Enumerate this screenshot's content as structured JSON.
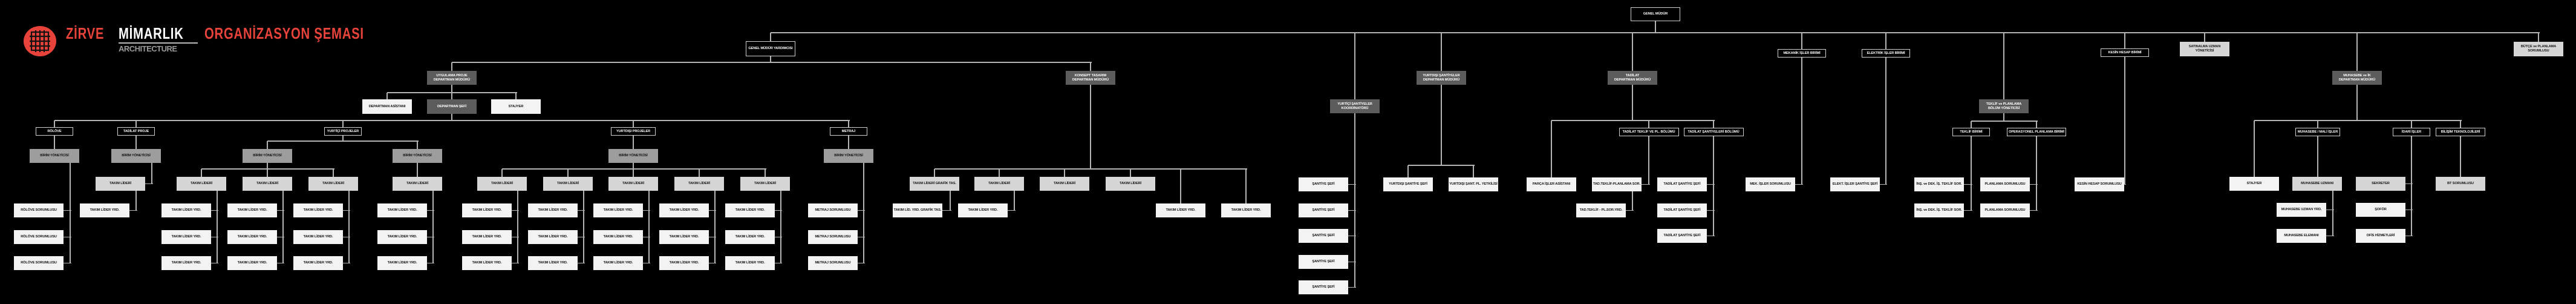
{
  "header": {
    "brand_red": "ZİRVE",
    "brand_white": "MİMARLIK",
    "brand_sub": "ARCHITECTURE",
    "title": "ORGANİZASYON ŞEMASI",
    "logo_color": "#e8433a"
  },
  "labels": {
    "genel_mudur": "GENEL MÜDÜR",
    "genel_mudur_yrd": "GENEL MÜDÜR YARDIMCISI",
    "uygulama_dm": "UYGULAMA PROJE\nDEPARTMAN MÜDÜRÜ",
    "departman_asistani": "DEPARTMAN ASİSTANI",
    "departman_sefi": "DEPARTMAN ŞEFİ",
    "stajyer": "STAJYER",
    "rolove": "RÖLÖVE",
    "tadilat_proje": "TADİLAT PROJE",
    "yurtici_projeler": "YURTİÇİ PROJELER",
    "yurtdisi_projeler": "YURTDIŞI PROJELER",
    "metraj": "METRAJ",
    "birim_yoneticisi": "BİRİM YÖNETİCİSİ",
    "rolove_sorumlusu": "RÖLÖVE SORUMLUSU",
    "takim_lideri": "TAKIM LİDERİ",
    "takim_lider_yrd": "TAKIM LİDER YRD.",
    "metraj_sorumlusu": "METRAJ SORUMLUSU",
    "konsept_dm": "KONSEPT TASARIM\nDEPARTMAN MÜDÜRÜ",
    "takim_lideri_grafik": "TAKIM LİDERİ GRAFİK TAS.",
    "takim_lid_yrd_grafik": "TAKIM LİD. YRD. GRAFİK TAS.",
    "yurtici_santiyeler_koord": "YURTİÇİ ŞANTİYELER\nKOORDİNATÖRÜ",
    "santiye_sefi": "ŞANTİYE ŞEFİ",
    "yurtdisi_santiyeler_dm": "YURTDIŞI ŞANTİYELER\nDEPARTMAN MÜDÜRÜ",
    "yurtdisi_santiye_sefi": "YURTDIŞI ŞANTİYE ŞEFİ",
    "yurtdisi_sant_pl_yetkilisi": "YURTDIŞI ŞANT. PL. YETKİLİSİ",
    "tadilat_dm": "TADİLAT\nDEPARTMAN MÜDÜRÜ",
    "parca_isler_asistani": "PARÇA İŞLER ASİSTANI",
    "tadilat_teklif_pl_bolumu": "TADİLAT TEKLİF VE PL. BÖLÜMÜ",
    "tadilat_santiyeleri_bolumu": "TADİLAT ŞANTİYELERİ BÖLÜMÜ",
    "tad_teklif_planlama_sor": "TAD.TEKLİF-PLANLAMA SOR.",
    "tad_teklif_pl_sor_yrd": "TAD.TEKLİF - PL.SOR.YRD.",
    "tadilat_santiye_sefi": "TADİLAT ŞANTİYE ŞEFİ",
    "mekanik_isler_birimi": "MEKANİK İŞLER BİRİMİ",
    "mek_isler_sorumlusu": "MEK. İŞLER SORUMLUSU",
    "elektrik_isler_birimi": "ELEKTRİK İŞLER BİRİMİ",
    "elekt_isler_santiye_sefi": "ELEKT. İŞLER ŞANTİYE ŞEFİ",
    "teklif_planlama_by": "TEKLİF ve PLANLAMA\nBÖLÜM YÖNETİCİSİ",
    "teklif_birimi": "TEKLİF BİRİMİ",
    "operasyonel_planlama_birimi": "OPERASYONEL PLANLAMA BİRİMİ",
    "ins_dek_teklif_sor": "İNŞ. ve DEK. İŞ. TEKLİF SOR.",
    "planlama_sorumlusu": "PLANLAMA SORUMLUSU",
    "kesin_hesap_birimi": "KESİN HESAP BİRİMİ",
    "kesin_hesap_sorumlusu": "KESİN HESAP SORUMLUSU",
    "satinalma_uzman_yoneticisi": "SATINALMA UZMAN\nYÖNETİCİSİ",
    "muhasebe_ik_dm": "MUHASEBE ve İK\nDEPARTMAN MÜDÜRÜ",
    "muhasebe_mali_isler": "MUHASEBE / MALİ İŞLER",
    "idari_isler": "İDARİ İŞLER",
    "bilisim_teknolojileri": "BİLİŞİM TEKNOLOJİLERİ",
    "muhasebe_uzmani": "MUHASEBE UZMANI",
    "muhasebe_uzman_yrd": "MUHASEBE UZMAN YRD.",
    "muhasebe_elemani": "MUHASEBE ELEMANI",
    "sekreter": "SEKRETER",
    "sofor": "ŞOFÖR",
    "ofis_hizmetleri": "OFİS HİZMETLERİ",
    "bt_sorumlusu": "BT SORUMLUSU",
    "butce_planlama_sorumlusu": "BÜTÇE ve PLANLAMA\nSORUMLUSU"
  }
}
